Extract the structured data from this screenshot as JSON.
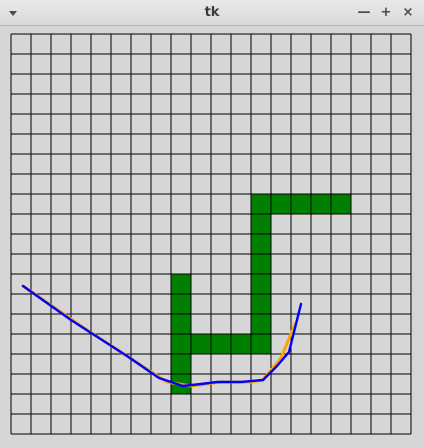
{
  "window": {
    "title": "tk",
    "buttons": {
      "menu_icon": "chevron-down-icon",
      "minimize_label": "—",
      "maximize_label": "+",
      "close_label": "×"
    }
  },
  "canvas": {
    "grid_columns": 20,
    "grid_rows": 20,
    "colors": {
      "background": "#d6d6d6",
      "grid_line": "#000000",
      "obstacle": "#008000",
      "planned_path": "#ffa500",
      "smoothed_path": "#0000ff"
    },
    "obstacle_cells": [
      [
        12,
        8
      ],
      [
        13,
        8
      ],
      [
        14,
        8
      ],
      [
        15,
        8
      ],
      [
        16,
        8
      ],
      [
        12,
        9
      ],
      [
        12,
        10
      ],
      [
        12,
        11
      ],
      [
        12,
        12
      ],
      [
        12,
        13
      ],
      [
        12,
        14
      ],
      [
        12,
        15
      ],
      [
        8,
        12
      ],
      [
        8,
        13
      ],
      [
        8,
        14
      ],
      [
        8,
        15
      ],
      [
        8,
        16
      ],
      [
        8,
        17
      ],
      [
        9,
        15
      ],
      [
        10,
        15
      ],
      [
        11,
        15
      ]
    ],
    "planned_path": [
      [
        0.6,
        12.6
      ],
      [
        3.8,
        14.8
      ],
      [
        7.8,
        17.4
      ],
      [
        9.0,
        17.6
      ],
      [
        10.5,
        17.4
      ],
      [
        12.0,
        17.4
      ],
      [
        12.6,
        17.3
      ],
      [
        13.5,
        16.2
      ],
      [
        14.2,
        14.5
      ]
    ],
    "smoothed_path": [
      [
        0.6,
        12.6
      ],
      [
        3.0,
        14.3
      ],
      [
        5.8,
        16.1
      ],
      [
        7.4,
        17.2
      ],
      [
        8.6,
        17.6
      ],
      [
        9.5,
        17.5
      ],
      [
        10.3,
        17.4
      ],
      [
        11.5,
        17.4
      ],
      [
        12.6,
        17.3
      ],
      [
        13.3,
        16.6
      ],
      [
        13.9,
        15.9
      ],
      [
        14.5,
        13.5
      ]
    ]
  }
}
